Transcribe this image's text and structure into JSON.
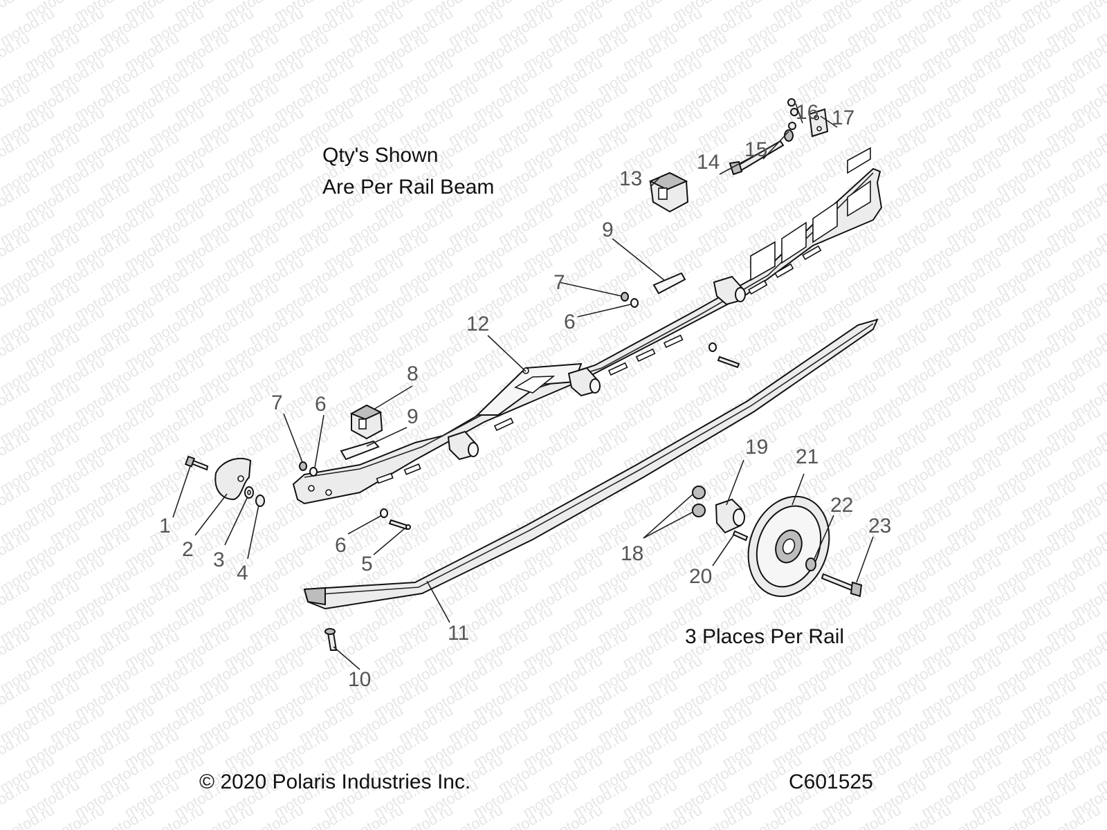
{
  "watermark": "motod.ru",
  "notes": {
    "qty_line1": "Qty's Shown",
    "qty_line2": "Are Per Rail Beam",
    "places": "3 Places Per Rail"
  },
  "footer": {
    "copyright": "© 2020 Polaris Industries Inc.",
    "diagram_code": "C601525"
  },
  "callouts": [
    {
      "id": "c1",
      "label": "1"
    },
    {
      "id": "c2",
      "label": "2"
    },
    {
      "id": "c3",
      "label": "3"
    },
    {
      "id": "c4",
      "label": "4"
    },
    {
      "id": "c5",
      "label": "5"
    },
    {
      "id": "c6a",
      "label": "6"
    },
    {
      "id": "c6b",
      "label": "6"
    },
    {
      "id": "c6c",
      "label": "6"
    },
    {
      "id": "c7a",
      "label": "7"
    },
    {
      "id": "c7b",
      "label": "7"
    },
    {
      "id": "c8",
      "label": "8"
    },
    {
      "id": "c9a",
      "label": "9"
    },
    {
      "id": "c9b",
      "label": "9"
    },
    {
      "id": "c10",
      "label": "10"
    },
    {
      "id": "c11",
      "label": "11"
    },
    {
      "id": "c12",
      "label": "12"
    },
    {
      "id": "c13",
      "label": "13"
    },
    {
      "id": "c14",
      "label": "14"
    },
    {
      "id": "c15",
      "label": "15"
    },
    {
      "id": "c16",
      "label": "16"
    },
    {
      "id": "c17",
      "label": "17"
    },
    {
      "id": "c18",
      "label": "18"
    },
    {
      "id": "c19",
      "label": "19"
    },
    {
      "id": "c20",
      "label": "20"
    },
    {
      "id": "c21",
      "label": "21"
    },
    {
      "id": "c22",
      "label": "22"
    },
    {
      "id": "c23",
      "label": "23"
    }
  ]
}
